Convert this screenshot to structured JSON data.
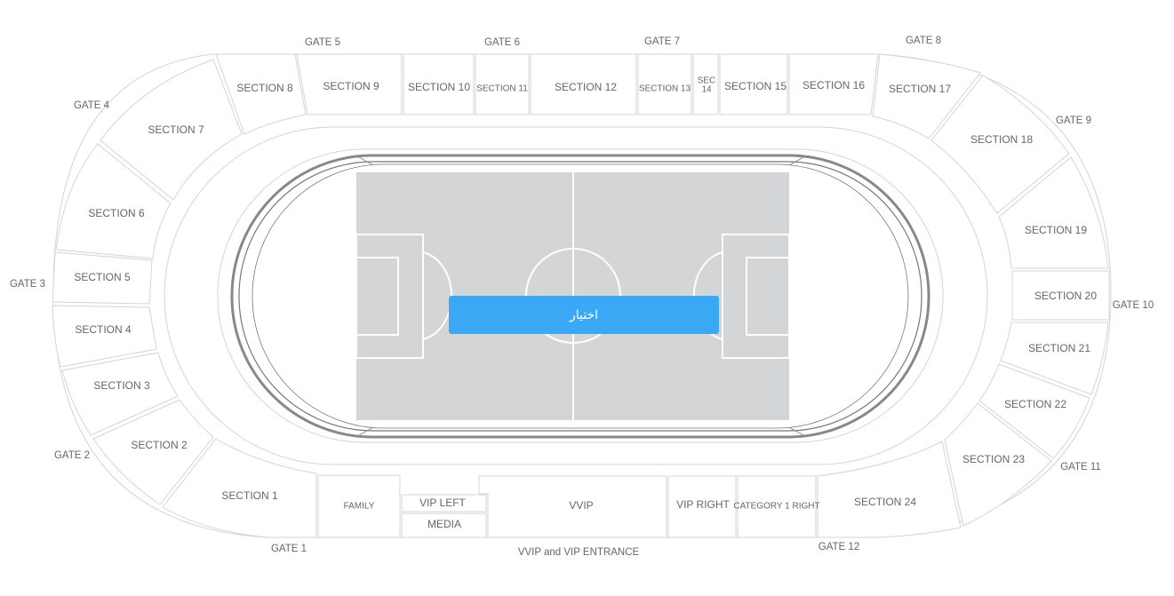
{
  "gates": [
    "GATE 1",
    "GATE 2",
    "GATE 3",
    "GATE 4",
    "GATE 5",
    "GATE 6",
    "GATE 7",
    "GATE 8",
    "GATE 9",
    "GATE 10",
    "GATE 11",
    "GATE 12"
  ],
  "sections": [
    "SECTION 1",
    "SECTION 2",
    "SECTION 3",
    "SECTION 4",
    "SECTION 5",
    "SECTION 6",
    "SECTION 7",
    "SECTION 8",
    "SECTION 9",
    "SECTION 10",
    "SECTION 11",
    "SECTION 12",
    "SECTION 13",
    "SEC 14",
    "SECTION 15",
    "SECTION 16",
    "SECTION 17",
    "SECTION 18",
    "SECTION 19",
    "SECTION 20",
    "SECTION 21",
    "SECTION 22",
    "SECTION 23",
    "SECTION 24"
  ],
  "bottom_blocks": {
    "family": "FAMILY",
    "vip_left": "VIP LEFT",
    "media": "MEDIA",
    "vvip": "VVIP",
    "vip_right": "VIP RIGHT",
    "category_1_right": "CATEGORY 1 RIGHT"
  },
  "vvip_entrance": "VVIP and VIP ENTRANCE",
  "select_button": "اختيار",
  "colors": {
    "pitch": "#d4d5d7",
    "button": "#3aa8f5",
    "track": "#888888",
    "outline": "#d4d4d4",
    "text": "#666666"
  }
}
